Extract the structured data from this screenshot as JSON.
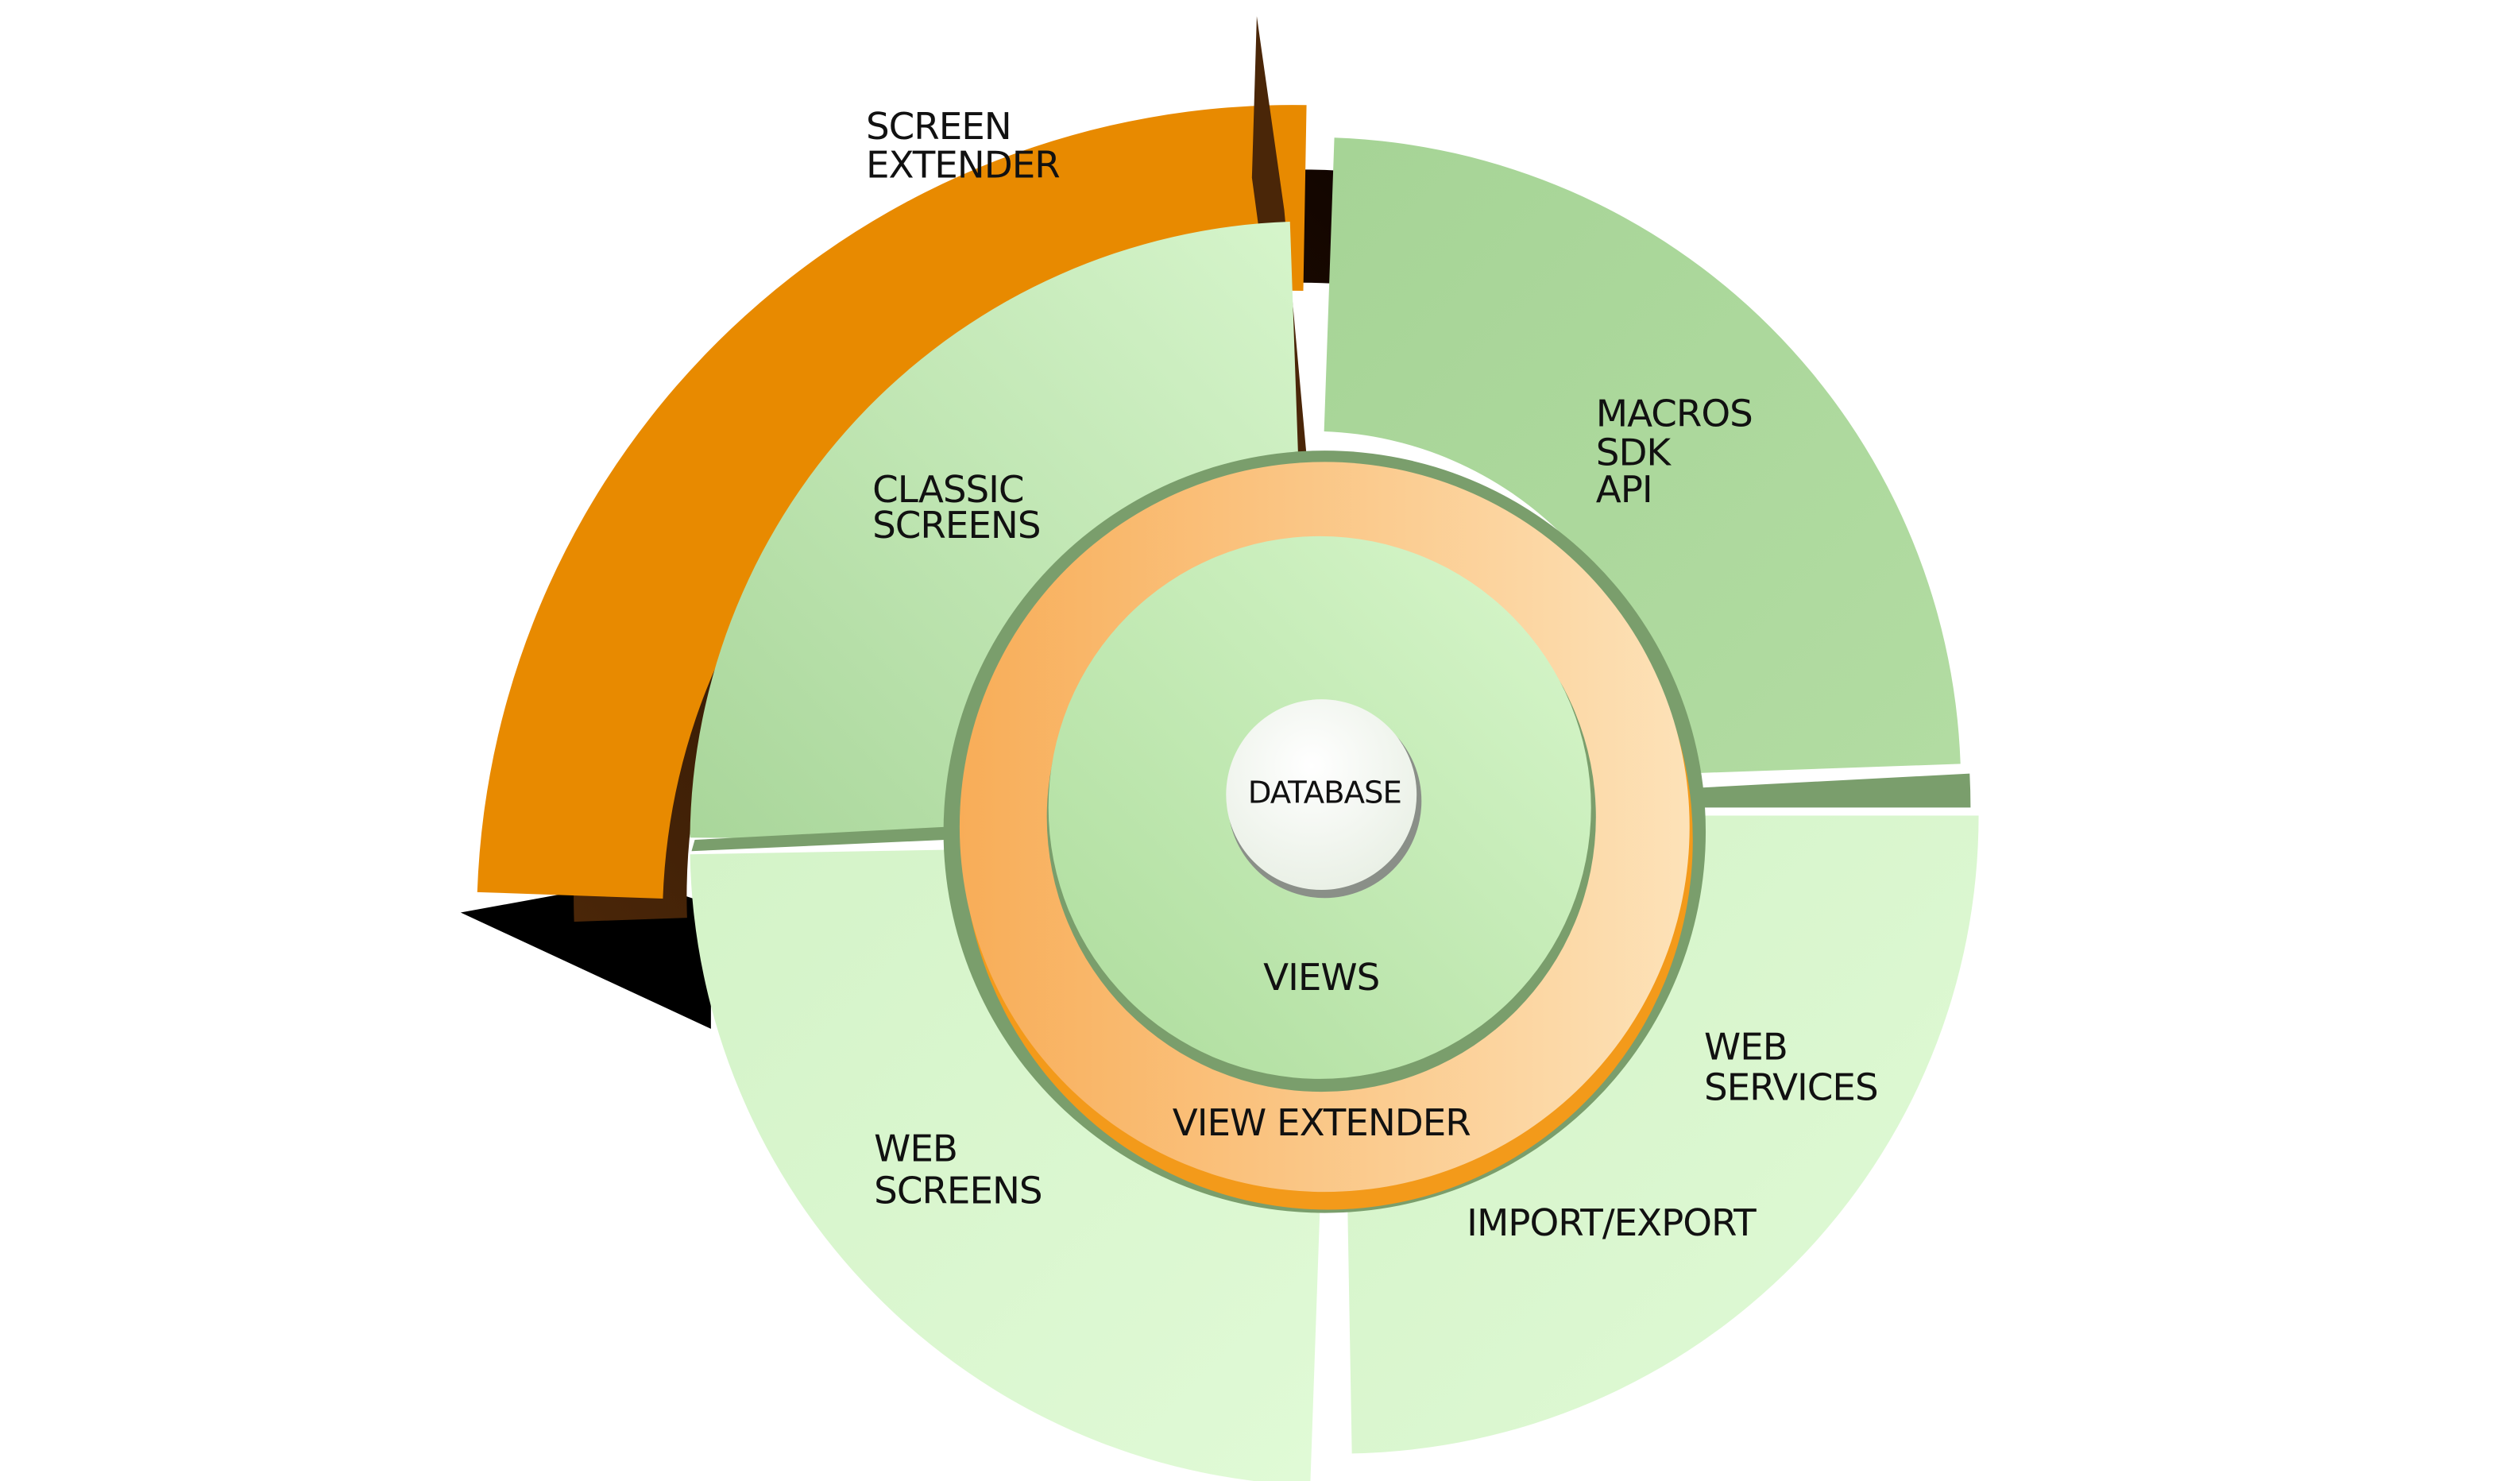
{
  "diagram": {
    "labels": {
      "screen_extender": [
        "SCREEN",
        "EXTENDER"
      ],
      "classic_screens": [
        "CLASSIC",
        "SCREENS"
      ],
      "macros": [
        "MACROS",
        "SDK",
        "API"
      ],
      "web_services": [
        "WEB",
        "SERVICES"
      ],
      "import_export": "IMPORT/EXPORT",
      "web_screens": [
        "WEB",
        "SCREENS"
      ],
      "view_extender": "VIEW EXTENDER",
      "views": "VIEWS",
      "database": "DATABASE"
    },
    "colors": {
      "orange": "#e88a00",
      "dark_brown": "#3a1a08",
      "green_mid": "#a9d69a",
      "green_light": "#d9f7cf",
      "green_ring": "#7a9e6c",
      "ring_orange": "#f9b566",
      "ring_orange_light": "#fde0b4",
      "disc_white": "#f4f7f2"
    }
  }
}
